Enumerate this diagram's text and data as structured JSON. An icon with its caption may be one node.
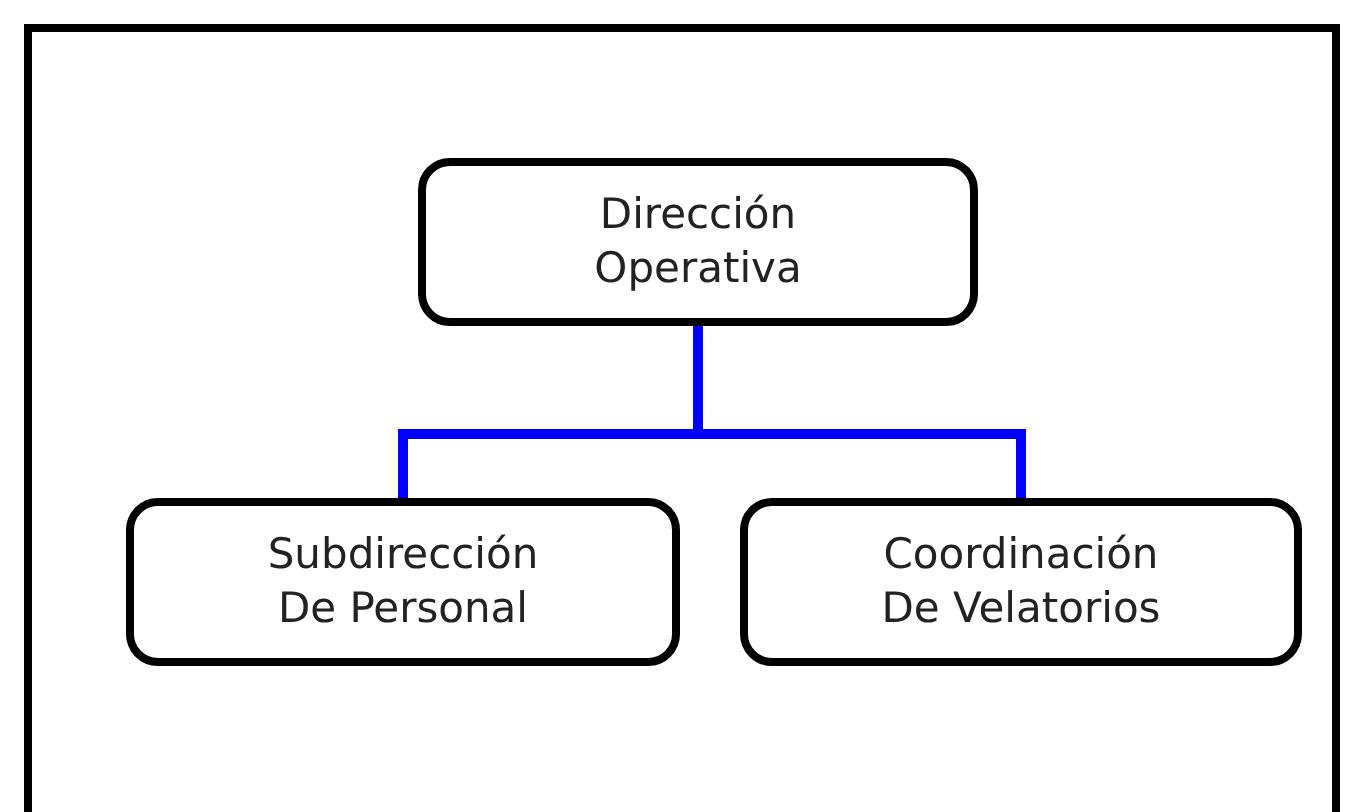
{
  "diagram": {
    "nodes": [
      {
        "text": [
          "Dirección Operativa"
        ]
      },
      {
        "text": [
          "Subdirección De Personal"
        ]
      },
      {
        "text": [
          "Coordinación De Velatorios"
        ]
      }
    ],
    "edges": [
      {
        "from": 0,
        "to": 1,
        "arrow": "none",
        "color": "#0000ff"
      },
      {
        "from": 0,
        "to": 2,
        "arrow": "none",
        "color": "#0000ff"
      }
    ]
  }
}
